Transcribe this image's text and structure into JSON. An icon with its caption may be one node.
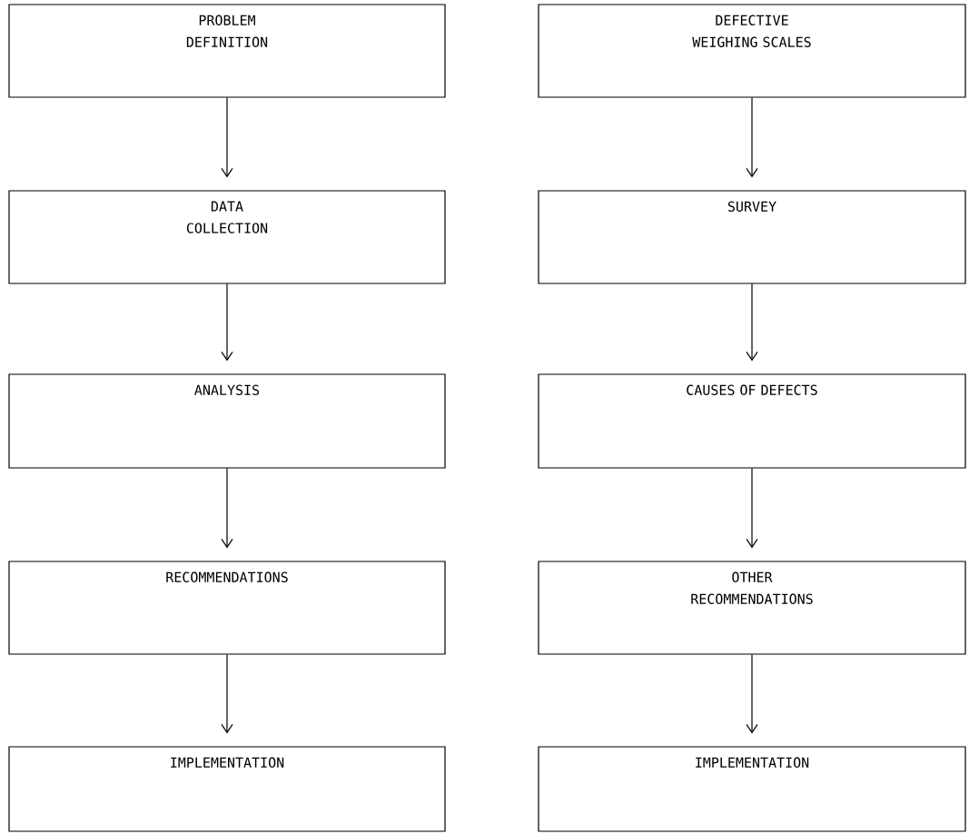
{
  "diagram": {
    "nodes": [
      {
        "text": [
          "PROBLEM DEFINITION"
        ]
      },
      {
        "text": [
          "DATA COLLECTION"
        ]
      },
      {
        "text": [
          "ANALYSIS"
        ]
      },
      {
        "text": [
          "RECOMMENDATIONS"
        ]
      },
      {
        "text": [
          "IMPLEMENTATION"
        ]
      },
      {
        "text": [
          "DEFECTIVE WEIGHING SCALES"
        ]
      },
      {
        "text": [
          "SURVEY"
        ]
      },
      {
        "text": [
          "CAUSES OF DEFECTS"
        ]
      },
      {
        "text": [
          "OTHER RECOMMENDATIONS"
        ]
      },
      {
        "text": [
          "IMPLEMENTATION"
        ]
      }
    ],
    "edges": [
      {
        "from": 0,
        "to": 1,
        "arrow": "to"
      },
      {
        "from": 1,
        "to": 2,
        "arrow": "to"
      },
      {
        "from": 2,
        "to": 3,
        "arrow": "to"
      },
      {
        "from": 3,
        "to": 4,
        "arrow": "to"
      },
      {
        "from": 5,
        "to": 6,
        "arrow": "to"
      },
      {
        "from": 6,
        "to": 7,
        "arrow": "to"
      },
      {
        "from": 7,
        "to": 8,
        "arrow": "to"
      },
      {
        "from": 8,
        "to": 9,
        "arrow": "to"
      }
    ]
  }
}
